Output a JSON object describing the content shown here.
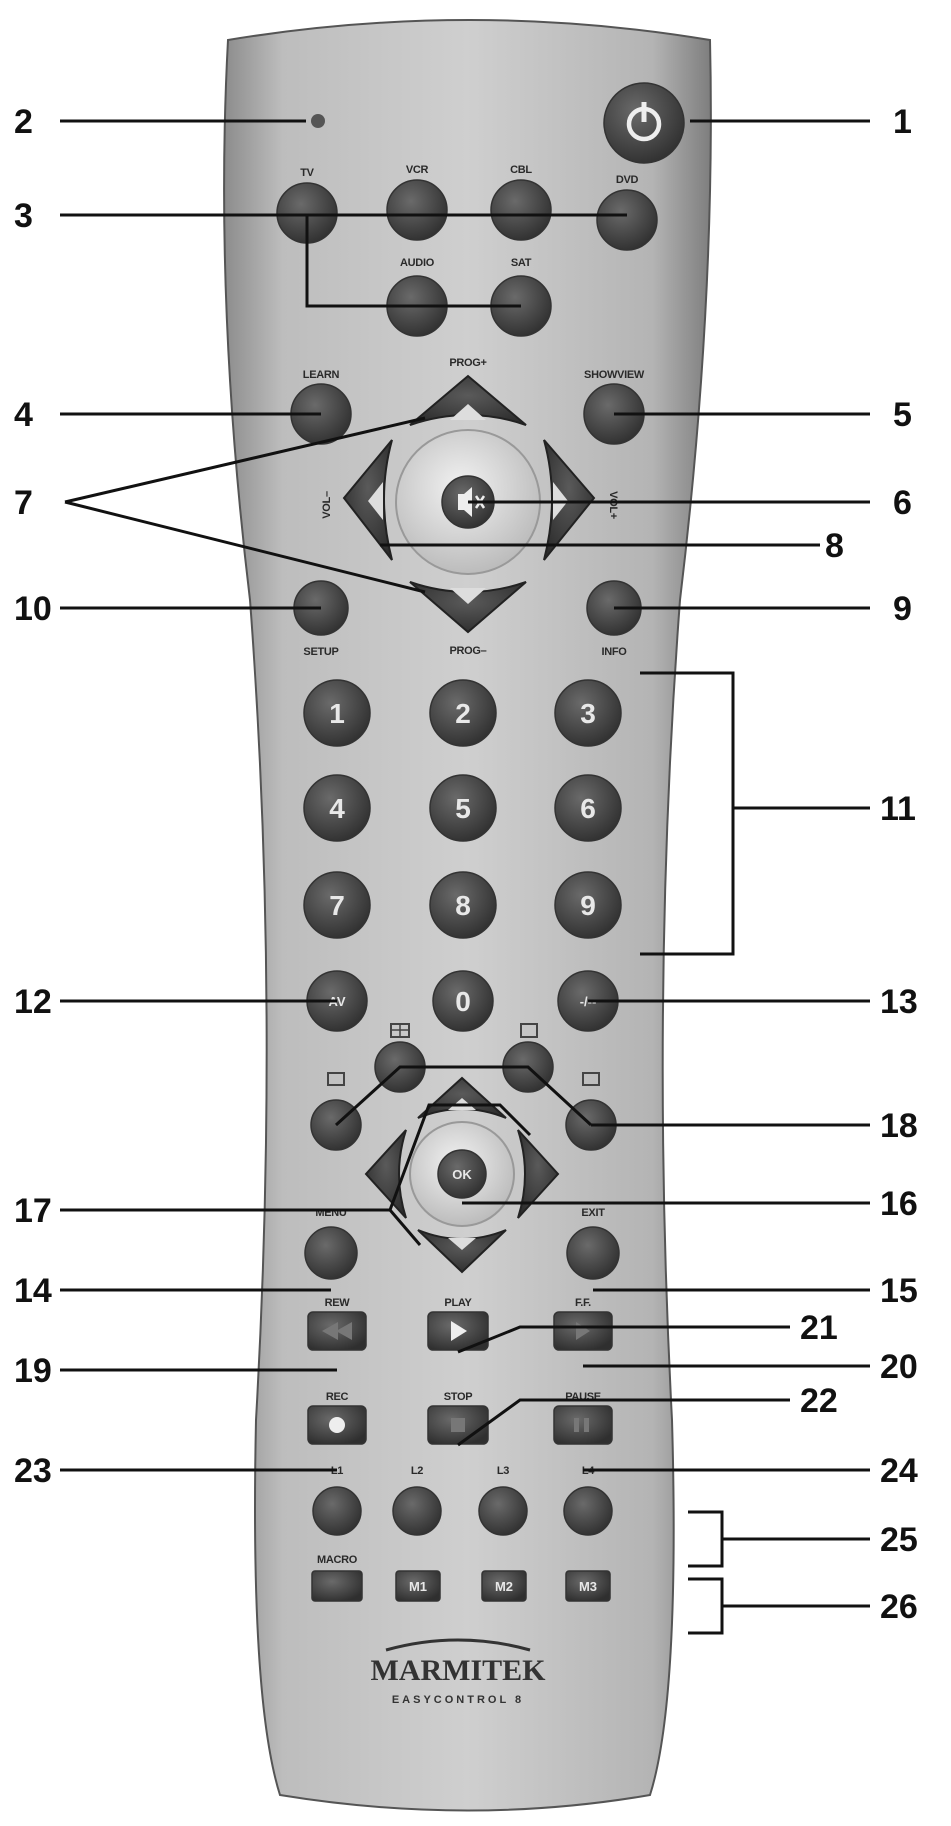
{
  "buttons": {
    "tv": "TV",
    "vcr": "VCR",
    "cbl": "CBL",
    "dvd": "DVD",
    "audio": "AUDIO",
    "sat": "SAT",
    "learn": "LEARN",
    "showview": "SHOWVIEW",
    "prog_plus": "PROG+",
    "prog_minus": "PROG–",
    "vol_minus": "VOL–",
    "vol_plus": "VOL+",
    "setup": "SETUP",
    "info": "INFO",
    "digits": [
      "1",
      "2",
      "3",
      "4",
      "5",
      "6",
      "7",
      "8",
      "9"
    ],
    "zero": "0",
    "av": "AV",
    "dash": "-/--",
    "ok": "OK",
    "menu": "MENU",
    "exit": "EXIT",
    "rew": "REW",
    "play": "PLAY",
    "ff": "F.F.",
    "rec": "REC",
    "stop": "STOP",
    "pause": "PAUSE",
    "l1": "L1",
    "l2": "L2",
    "l3": "L3",
    "l4": "L4",
    "macro": "MACRO",
    "m1": "M1",
    "m2": "M2",
    "m3": "M3"
  },
  "brand": {
    "name": "MARMITEK",
    "model": "EASYCONTROL 8"
  },
  "callouts": [
    "1",
    "2",
    "3",
    "4",
    "5",
    "6",
    "7",
    "8",
    "9",
    "10",
    "11",
    "12",
    "13",
    "14",
    "15",
    "16",
    "17",
    "18",
    "19",
    "20",
    "21",
    "22",
    "23",
    "24",
    "25",
    "26"
  ],
  "colors": {
    "body": "#b9b9b9",
    "button": "#444444",
    "line": "#111111"
  }
}
